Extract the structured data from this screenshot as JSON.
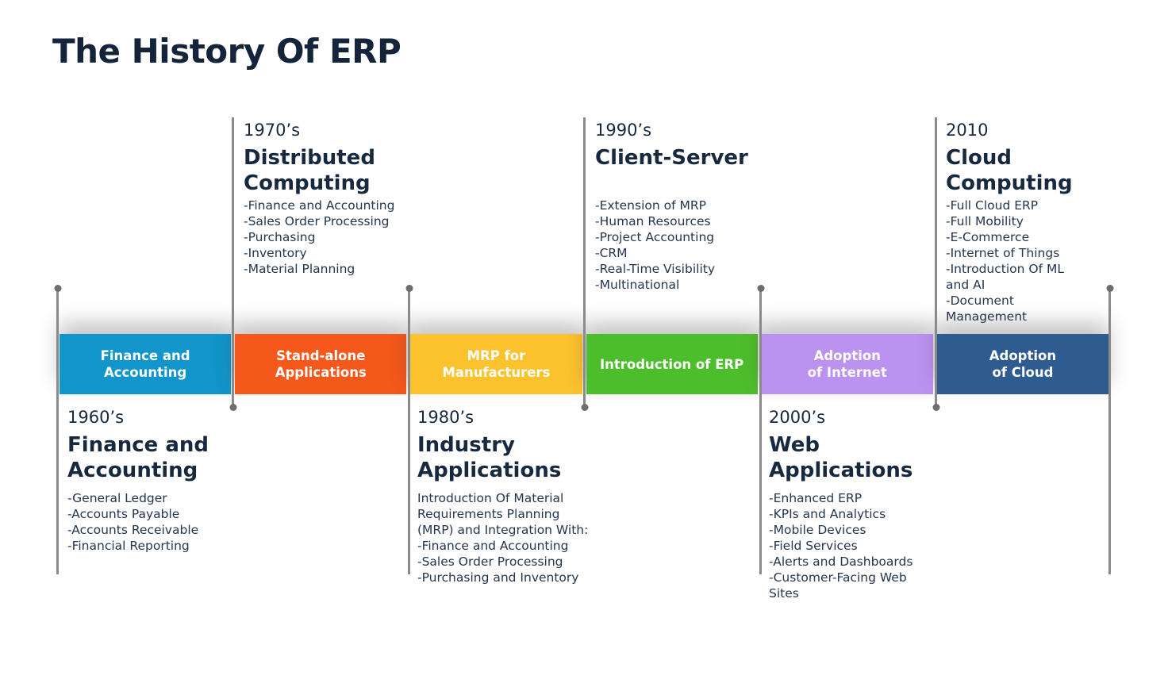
{
  "title": "The History Of ERP",
  "theme": {
    "background": "#ffffff",
    "title_color": "#13243b",
    "heading_color": "#16293f",
    "body_color": "#24364e",
    "line_color": "#8a8a8a",
    "dot_color": "#6e6e6e",
    "block_text_color": "#ffffff"
  },
  "eras": [
    {
      "decade": "1960’s",
      "heading": "Finance and\nAccounting",
      "block_label": "Finance and\nAccounting",
      "block_color": "#1295cb",
      "row": "bottom",
      "bullets": [
        "-General Ledger",
        "-Accounts Payable",
        "-Accounts Receivable",
        "-Financial Reporting"
      ]
    },
    {
      "decade": "1970’s",
      "heading": "Distributed\nComputing",
      "block_label": "Stand-alone\nApplications",
      "block_color": "#f4581b",
      "row": "top",
      "bullets": [
        "-Finance and Accounting",
        "-Sales Order Processing",
        "-Purchasing",
        "-Inventory",
        "-Material Planning"
      ]
    },
    {
      "decade": "1980’s",
      "heading": "Industry\nApplications",
      "block_label": "MRP for\nManufacturers",
      "block_color": "#fcc22e",
      "row": "bottom",
      "intro": "Introduction Of Material\nRequirements Planning\n(MRP) and Integration With:",
      "bullets": [
        "-Finance and Accounting",
        "-Sales Order Processing",
        "-Purchasing and Inventory"
      ]
    },
    {
      "decade": "1990’s",
      "heading": "Client-Server",
      "block_label": "Introduction of ERP",
      "block_color": "#4dbe2b",
      "row": "top",
      "bullets": [
        "-Extension of MRP",
        "-Human Resources",
        "-Project Accounting",
        "-CRM",
        "-Real-Time Visibility",
        "-Multinational"
      ]
    },
    {
      "decade": "2000’s",
      "heading": "Web\nApplications",
      "block_label": "Adoption\nof Internet",
      "block_color": "#bc92f1",
      "row": "bottom",
      "bullets": [
        "-Enhanced ERP",
        "-KPIs and Analytics",
        "-Mobile Devices",
        "-Field Services",
        "-Alerts and Dashboards",
        "-Customer-Facing Web\nSites"
      ]
    },
    {
      "decade": "2010",
      "heading": "Cloud\nComputing",
      "block_label": "Adoption\nof Cloud",
      "block_color": "#2e5b90",
      "row": "top",
      "bullets": [
        "-Full Cloud ERP",
        "-Full Mobility",
        "-E-Commerce",
        "-Internet of Things",
        "-Introduction Of ML\nand AI",
        "-Document\nManagement"
      ]
    }
  ]
}
